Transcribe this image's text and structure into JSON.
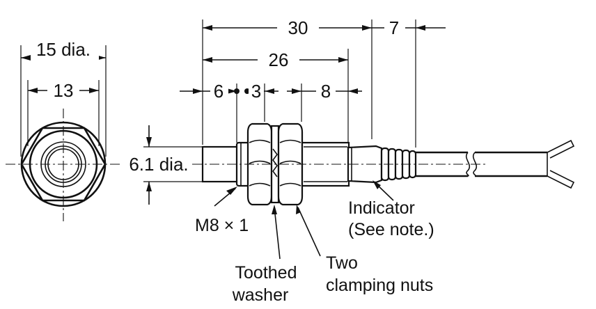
{
  "dimensions": {
    "outer_dia": "15 dia.",
    "inner_dia": "13",
    "length_30": "30",
    "length_7": "7",
    "length_26": "26",
    "length_6": "6",
    "length_3": "3",
    "length_8": "8",
    "sensor_dia": "6.1 dia."
  },
  "labels": {
    "thread": "M8 × 1",
    "indicator_line1": "Indicator",
    "indicator_line2": "(See note.)",
    "washer_line1": "Toothed",
    "washer_line2": "washer",
    "nuts_line1": "Two",
    "nuts_line2": "clamping nuts"
  }
}
